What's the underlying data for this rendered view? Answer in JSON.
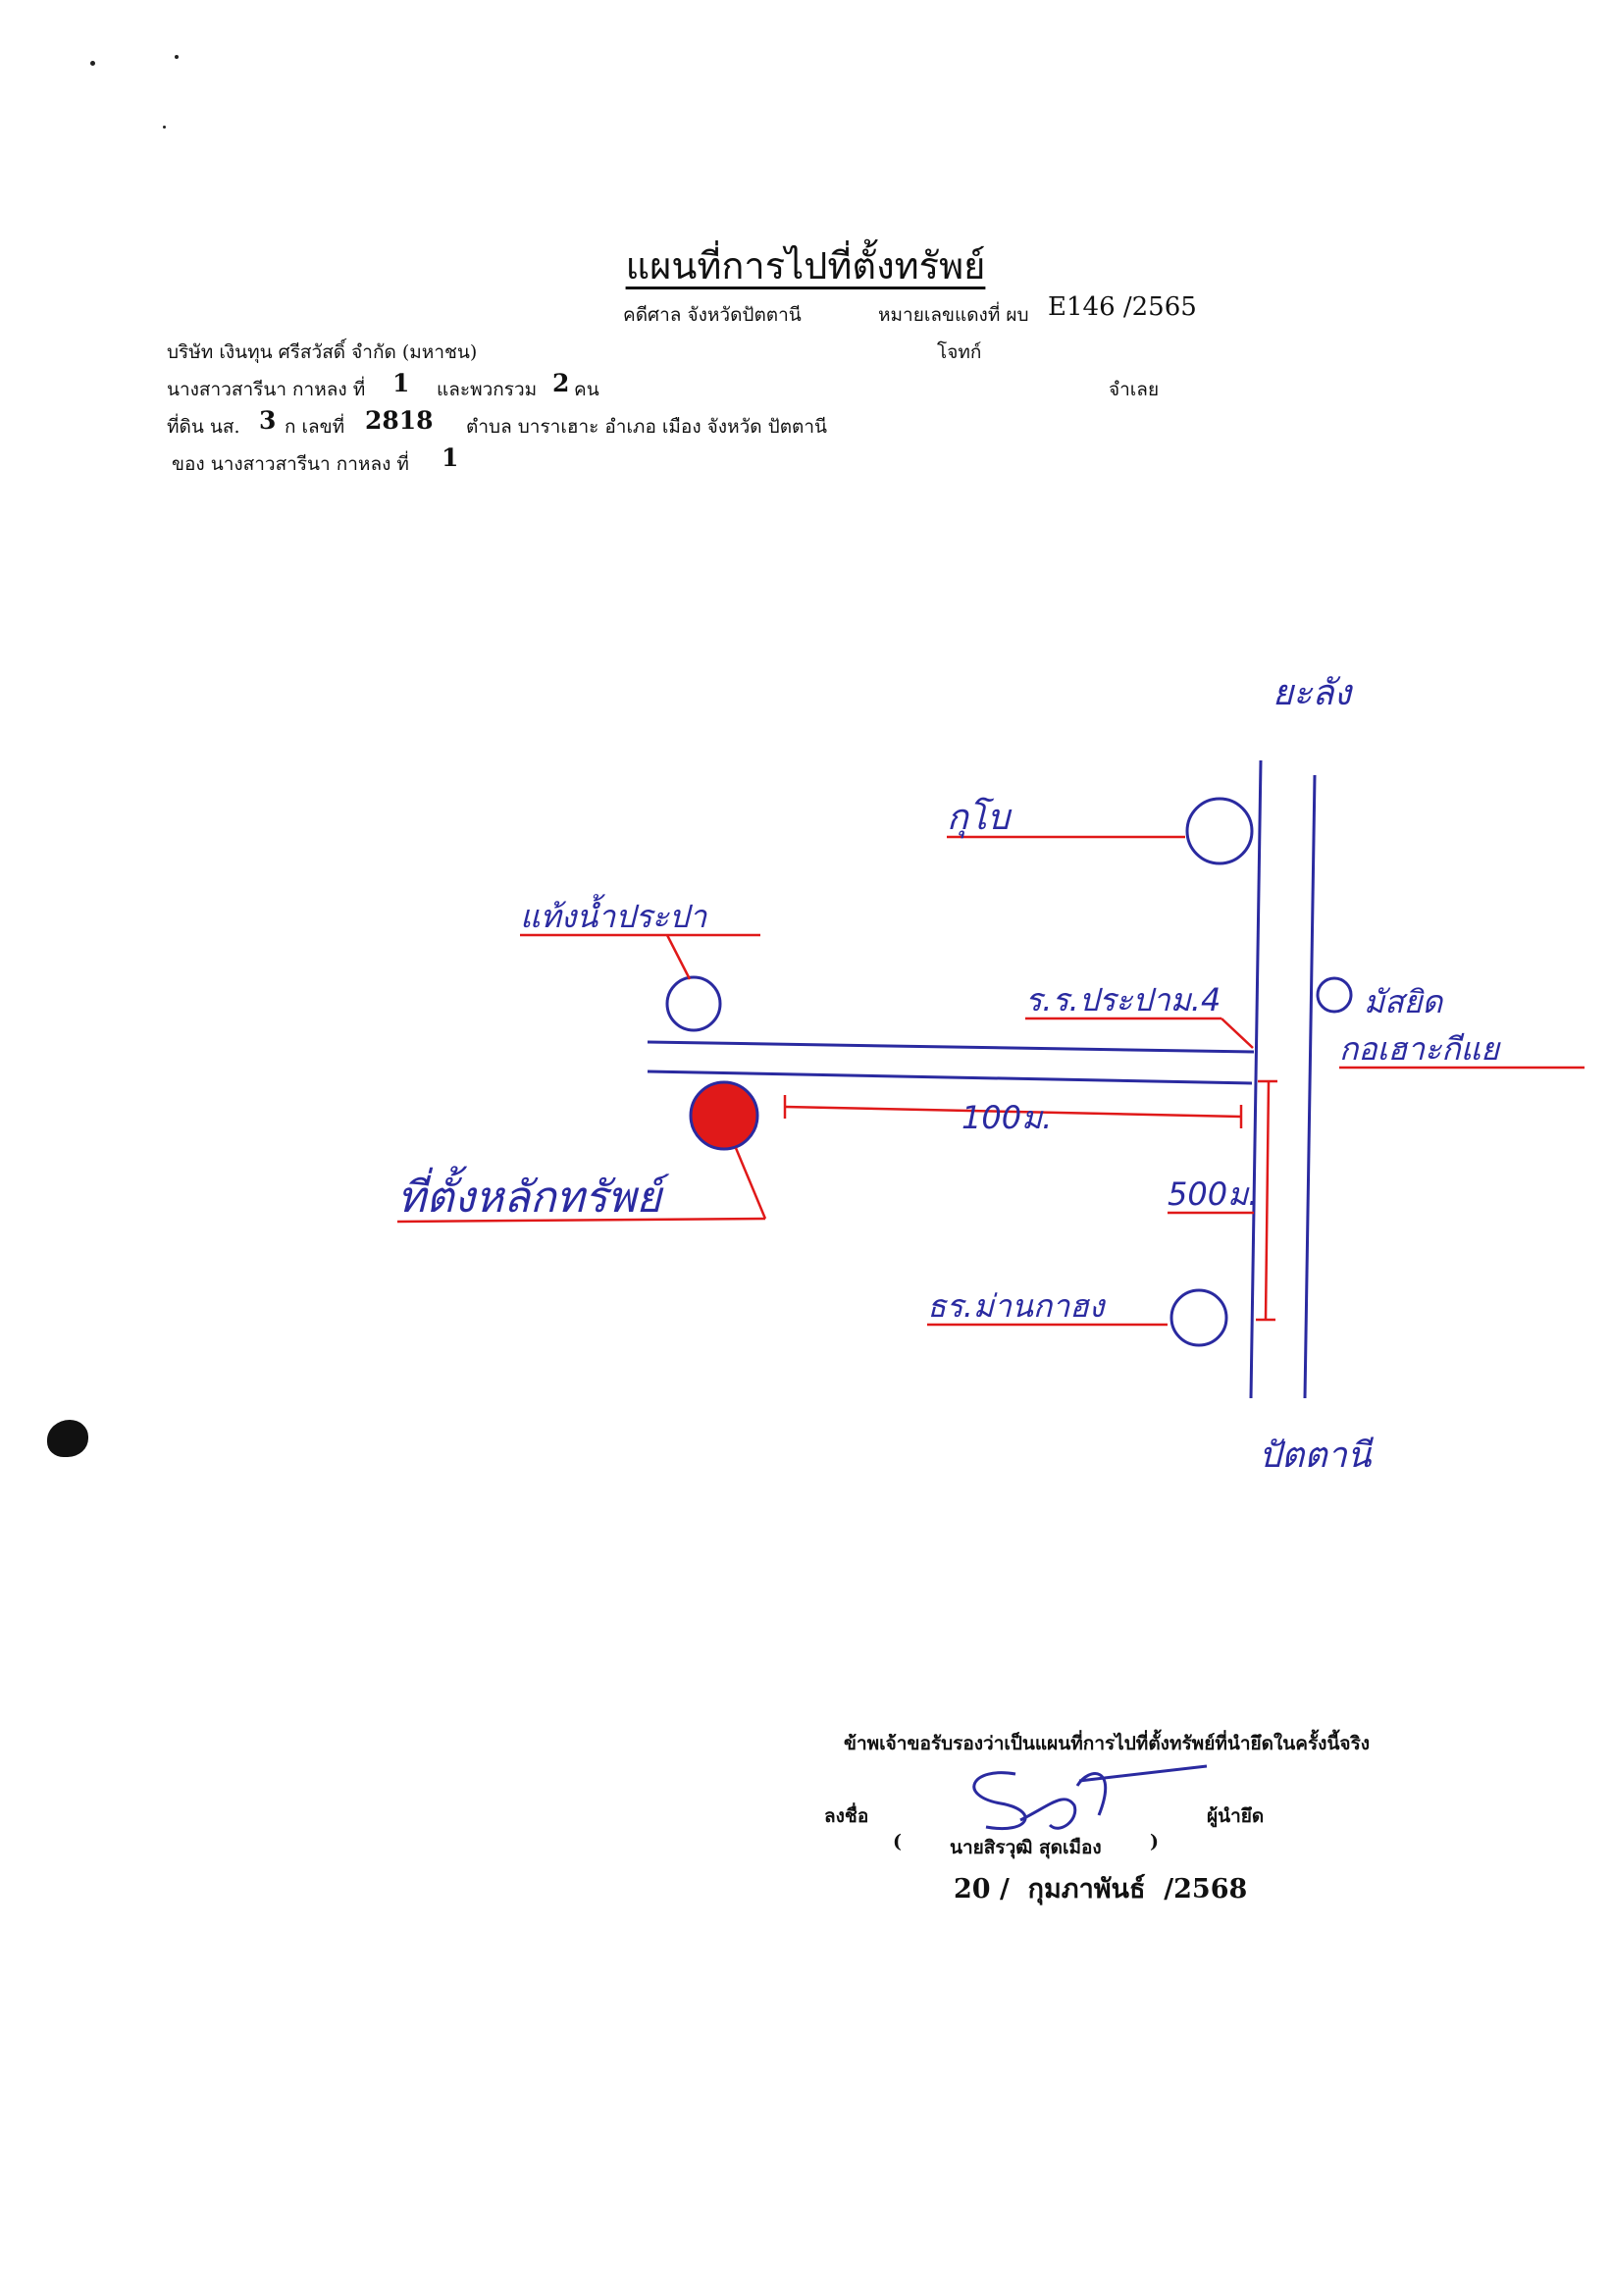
{
  "header": {
    "title": "แผนที่การไปที่ตั้งทรัพย์",
    "court": "คดีศาล จังหวัดปัตตานี",
    "case_label": "หมายเลขแดงที่ ผบ",
    "case_number": "E146 /2565"
  },
  "parties": {
    "plaintiff_name": "บริษัท เงินทุน ศรีสวัสดิ์ จำกัด (มหาชน)",
    "plaintiff_role": "โจทก์",
    "defendant_name": "นางสาวสารีนา กาหลง ที่",
    "defendant_num": "1",
    "defendant_group": "และพวกรวม",
    "defendant_count": "2",
    "defendant_unit": "คน",
    "defendant_role": "จำเลย"
  },
  "land": {
    "doc_prefix": "ที่ดิน นส.",
    "doc_type": "3",
    "doc_suffix": "ก เลขที่",
    "doc_number": "2818",
    "location": "ตำบล บาราเฮาะ อำเภอ เมือง จังหวัด ปัตตานี",
    "owner_prefix": "ของ นางสาวสารีนา กาหลง ที่",
    "owner_num": "1"
  },
  "map": {
    "north_label": "ยะลัง",
    "south_label": "ปัตตานี",
    "landmark_top": "กุโบ",
    "landmark_water": "แท้งน้ำประปา",
    "landmark_school": "ร.ร.ประปาม.4",
    "landmark_mosque_line1": "มัสยิด",
    "landmark_mosque_line2": "กอเฮาะกีแย",
    "landmark_bottom": "ธร.ม่านกาฮง",
    "property_label": "ที่ตั้งหลักทรัพย์",
    "distance_horizontal": "100ม.",
    "distance_vertical": "500ม.",
    "road_color": "#2a2aa0",
    "label_line_color": "#e01919",
    "property_marker_color": "#e01919"
  },
  "certification": {
    "statement": "ข้าพเจ้าขอรับรองว่าเป็นแผนที่การไปที่ตั้งทรัพย์ที่นำยึดในครั้งนี้จริง",
    "sign_label": "ลงชื่อ",
    "signer_role": "ผู้นำยึด",
    "signer_name": "นายสิรวุฒิ สุดเมือง",
    "date": "20 /  กุมภาพันธ์  /2568"
  }
}
